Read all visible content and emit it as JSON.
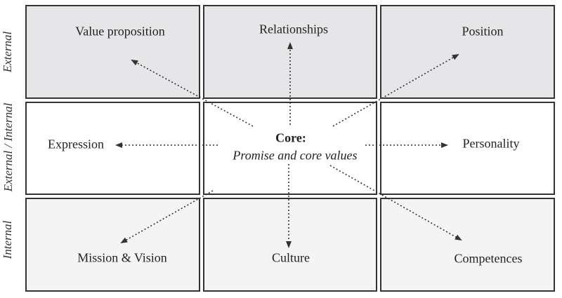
{
  "rows": {
    "top": "External",
    "middle": "External / Internal",
    "bottom": "Internal"
  },
  "cells": {
    "top_left": "Value proposition",
    "top_center": "Relationships",
    "top_right": "Position",
    "middle_left": "Expression",
    "middle_right": "Personality",
    "bottom_left": "Mission & Vision",
    "bottom_center": "Culture",
    "bottom_right": "Competences"
  },
  "core": {
    "title": "Core:",
    "subtitle": "Promise and core values"
  },
  "colors": {
    "top_fill": "#e6e6e8",
    "bottom_fill": "#f4f4f5",
    "middle_fill": "#ffffff",
    "border": "#333333",
    "arrow": "#333333"
  }
}
